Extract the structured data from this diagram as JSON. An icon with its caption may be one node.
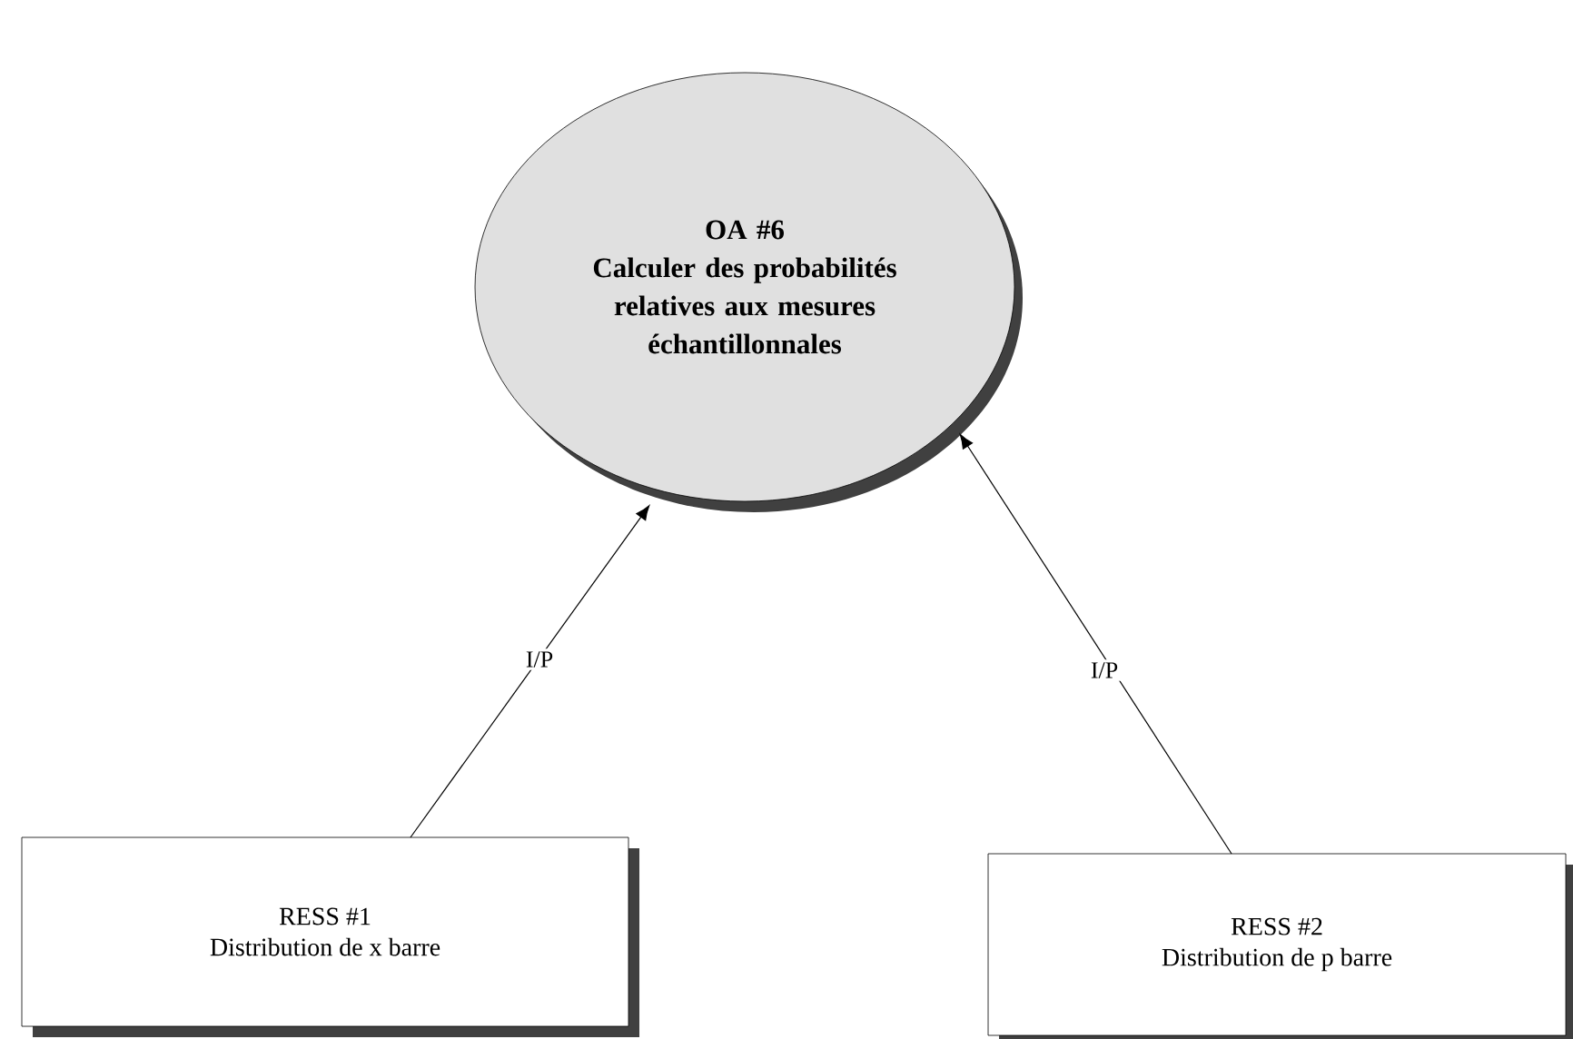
{
  "diagram": {
    "nodes": [
      {
        "text": [
          "OA #6",
          "Calculer des probabilités relatives aux mesures échantillonnales"
        ]
      },
      {
        "text": [
          "RESS #1",
          "Distribution de x barre"
        ]
      },
      {
        "text": [
          "RESS #2",
          "Distribution de p barre"
        ]
      }
    ],
    "edges": [
      {
        "from": 1,
        "to": 0,
        "arrow": "to",
        "label": "I/P"
      },
      {
        "from": 2,
        "to": 0,
        "arrow": "to",
        "label": "I/P"
      }
    ]
  }
}
